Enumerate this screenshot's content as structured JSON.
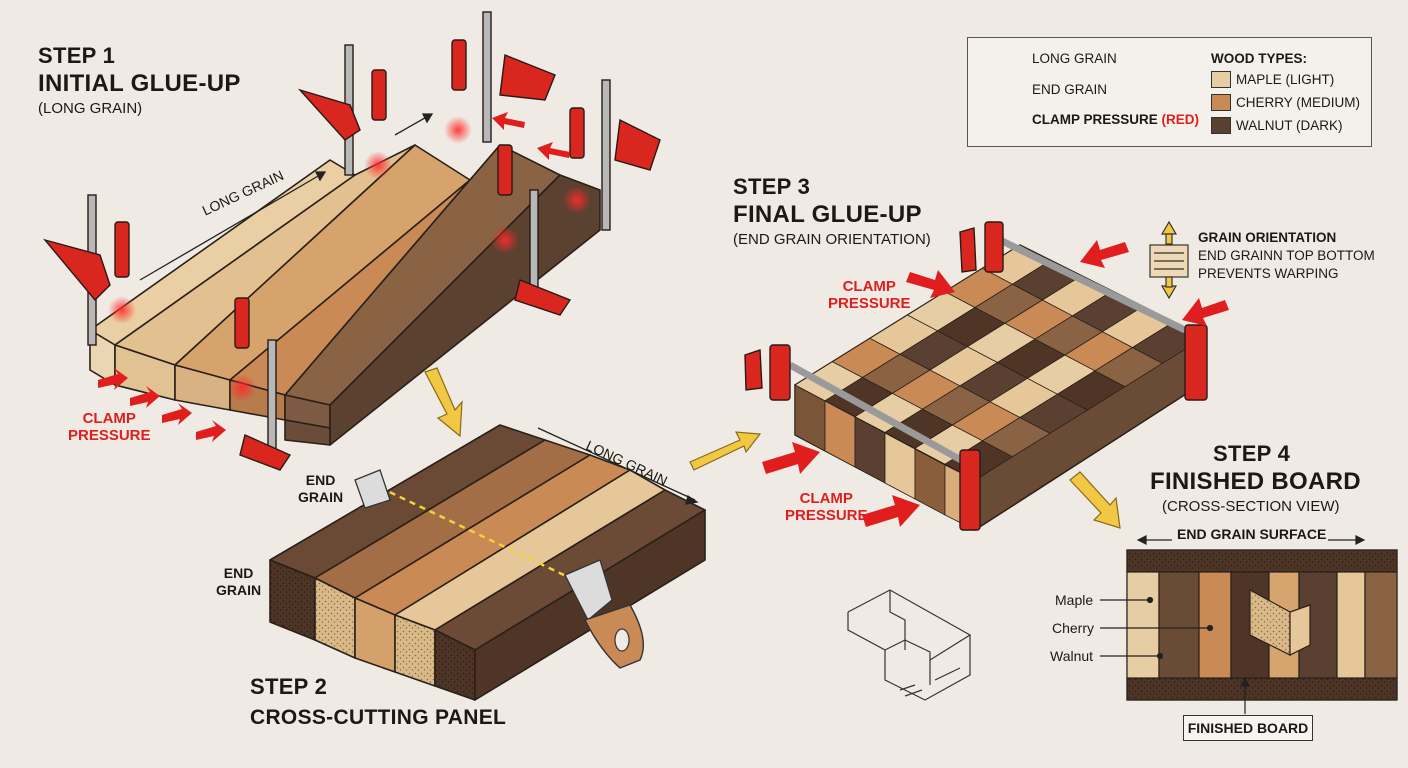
{
  "colors": {
    "clamp_red": "#d9261f",
    "maple": "#e7cda4",
    "cherry": "#c98a56",
    "walnut": "#5a4030",
    "arrow_yellow": "#f2c744",
    "background": "#efebe4"
  },
  "step1": {
    "title": "STEP 1",
    "heading": "INITIAL GLUE-UP",
    "sub": "(LONG GRAIN)",
    "grain_label": "LONG GRAIN",
    "pressure_label": "CLAMP\nPRESSURE"
  },
  "step2": {
    "title": "STEP 2",
    "heading": "CROSS-CUTTING PANEL",
    "end_grain_top": "END\nGRAIN",
    "end_grain_side": "END\nGRAIN",
    "grain_label": "LONG GRAIN"
  },
  "step3": {
    "title": "STEP 3",
    "heading": "FINAL GLUE-UP",
    "sub": "(END GRAIN ORIENTATION)",
    "pressure_top": "CLAMP\nPRESSURE",
    "pressure_bottom": "CLAMP\nPRESSURE",
    "orientation_title": "GRAIN ORIENTATION",
    "orientation_line1": "END GRAINN TOP BOTTOM",
    "orientation_line2": "PREVENTS WARPING"
  },
  "step4": {
    "title": "STEP 4",
    "heading": "FINISHED BOARD",
    "sub": "(CROSS-SECTION VIEW)",
    "surface_label": "END GRAIN SURFACE",
    "woods": [
      "Maple",
      "Cherry",
      "Walnut"
    ],
    "badge": "FINISHED BOARD"
  },
  "legend": {
    "long_grain": "LONG GRAIN",
    "end_grain": "END GRAIN",
    "clamp_pressure": "CLAMP PRESSURE",
    "clamp_pressure_note": "(RED)",
    "wood_types_title": "WOOD TYPES:",
    "wood_types": [
      {
        "label": "MAPLE (LIGHT)",
        "color": "#e7cda4"
      },
      {
        "label": "CHERRY (MEDIUM)",
        "color": "#c98a56"
      },
      {
        "label": "WALNUT (DARK)",
        "color": "#5a4030"
      }
    ]
  },
  "icons": [
    "clamp-icon",
    "saw-icon",
    "flow-arrow-icon",
    "pressure-arrow-icon",
    "grain-block-icon",
    "joint-sketch-icon"
  ]
}
